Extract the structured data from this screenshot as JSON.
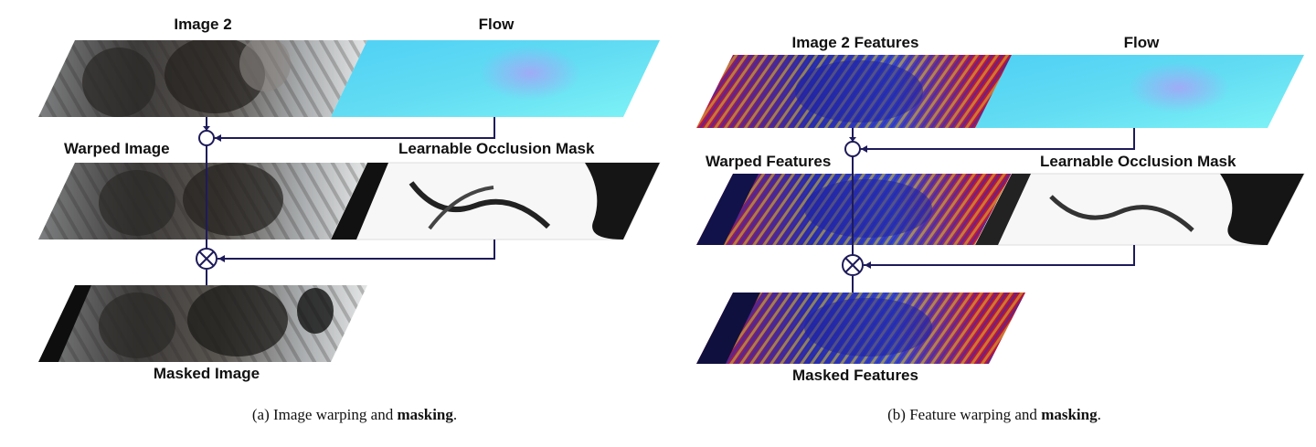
{
  "panel_a": {
    "image_top_label": "Image 2",
    "flow_label": "Flow",
    "warped_label": "Warped Image",
    "mask_label": "Learnable Occlusion Mask",
    "output_label": "Masked Image",
    "caption_prefix": "(a)  Image warping and ",
    "caption_bold": "masking",
    "caption_suffix": "."
  },
  "panel_b": {
    "image_top_label": "Image 2 Features",
    "flow_label": "Flow",
    "warped_label": "Warped Features",
    "mask_label": "Learnable Occlusion Mask",
    "output_label": "Masked Features",
    "caption_prefix": "(b)  Feature warping and ",
    "caption_bold": "masking",
    "caption_suffix": "."
  },
  "colors": {
    "connector": "#1e1b5a",
    "flow_light": "#6ff0f5",
    "flow_mid": "#4cc6f2",
    "feature_red": "#c8143c",
    "feature_blue": "#1c2aa8",
    "feature_yellow": "#d8c824"
  }
}
